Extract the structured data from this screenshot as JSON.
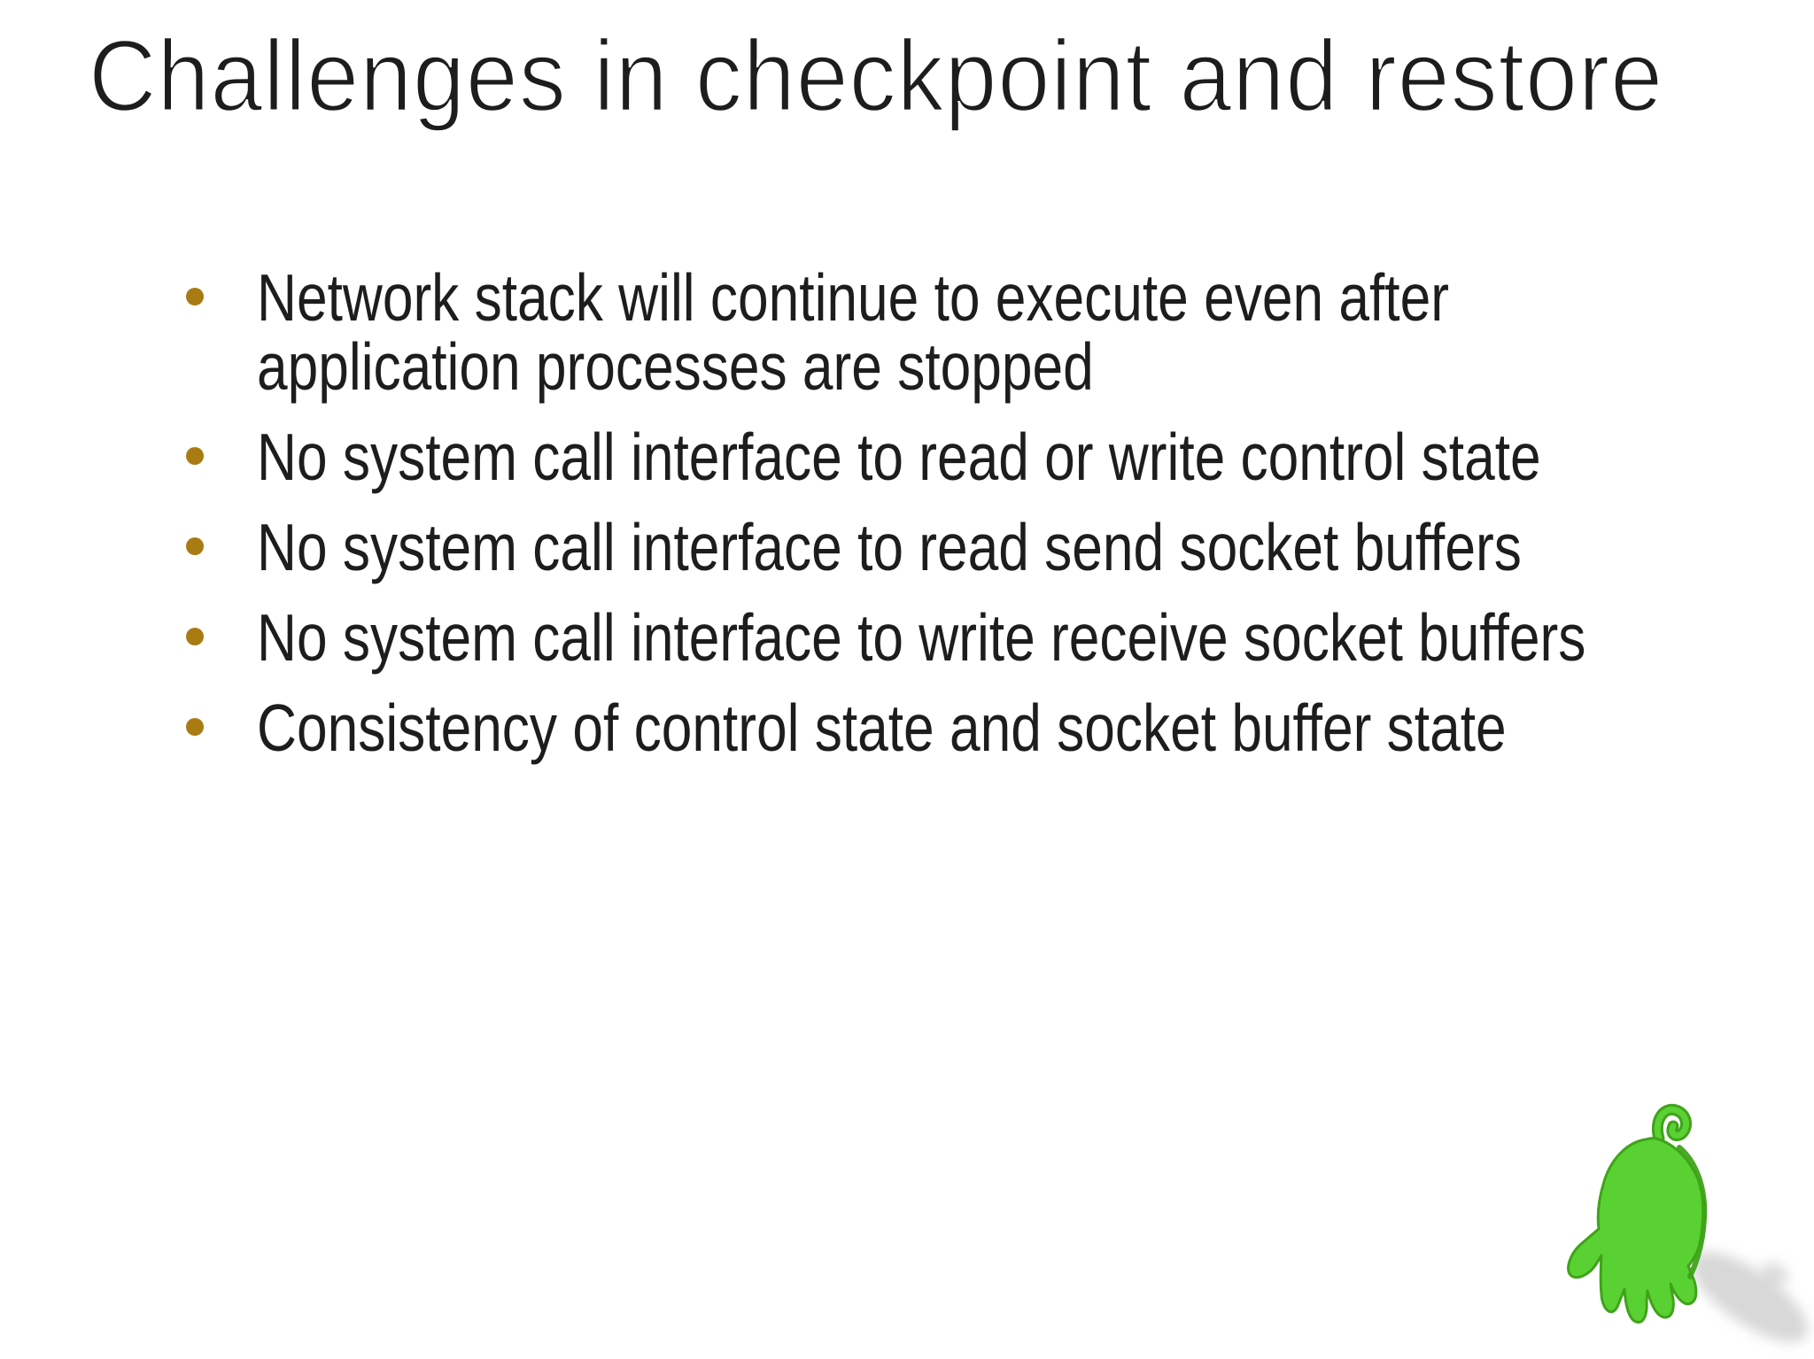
{
  "slide": {
    "title": "Challenges in checkpoint and restore",
    "bullets": [
      "Network stack will continue to execute even after\napplication processes are stopped",
      "No system call interface to read or write control state",
      "No system call interface to read send socket buffers",
      "No system call interface to write receive socket buffers",
      "Consistency of control state and socket buffer state"
    ]
  },
  "colors": {
    "background": "#ffffff",
    "text": "#1d1d1d",
    "bullet_dot": "#a97b13",
    "mascot_green": "#5ad132",
    "mascot_green_dark": "#3fa31a",
    "mascot_shadow": "#a8a8a8"
  },
  "mascot": {
    "label": "green-hand-mascot"
  }
}
